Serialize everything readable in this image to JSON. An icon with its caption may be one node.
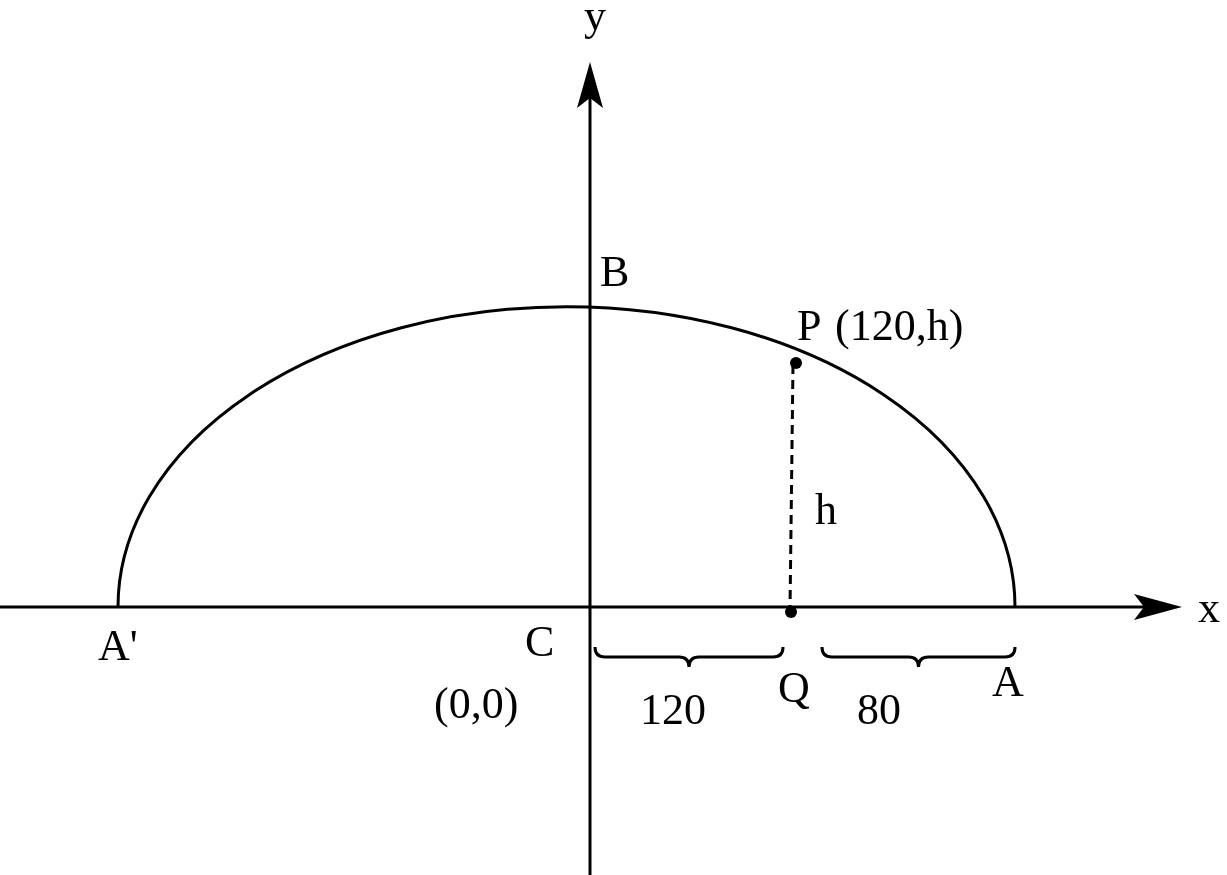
{
  "diagram": {
    "labels": [
      "y",
      "B",
      "P",
      "(120,h)",
      "h",
      "x",
      "A'",
      "C",
      "(0,0)",
      "120",
      "Q",
      "80",
      "A"
    ]
  }
}
